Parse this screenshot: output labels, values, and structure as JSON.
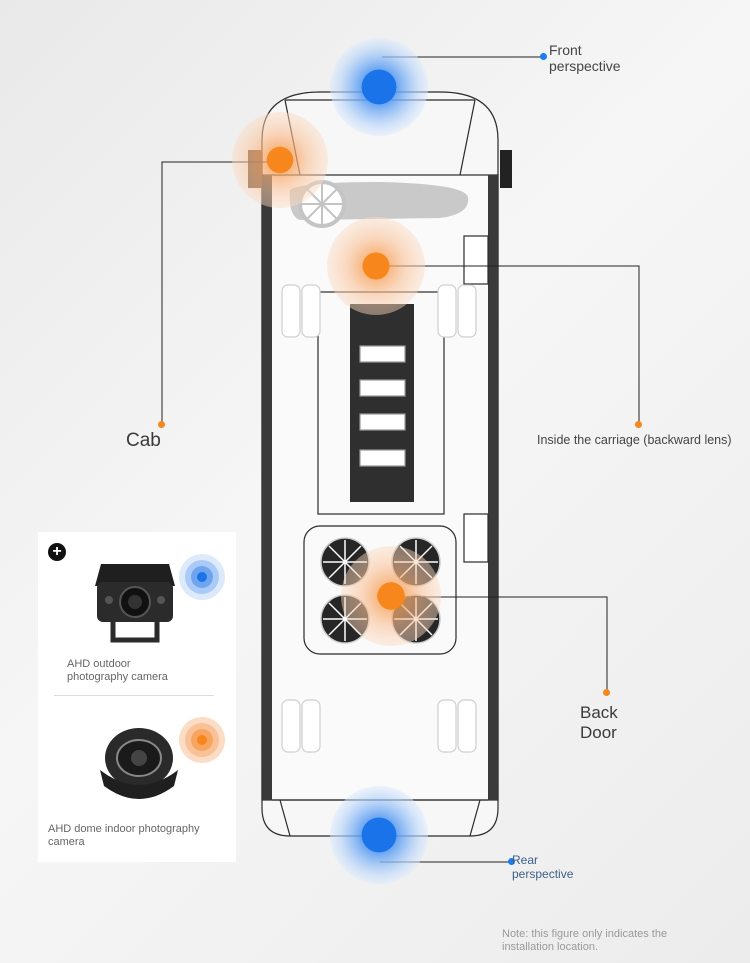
{
  "labels": {
    "front": "Front\nperspective",
    "cab": "Cab",
    "carriage": "Inside the carriage (backward lens)",
    "back_door": "Back Door",
    "rear": "Rear\nperspective",
    "note": "Note: this figure only indicates the installation location."
  },
  "legend": {
    "plus_symbol": "+",
    "outdoor_camera": "AHD outdoor photography camera",
    "dome_camera": "AHD dome indoor photography camera"
  },
  "colors": {
    "front_rear_markers": "#1e7bf0",
    "interior_markers": "#f7861c",
    "leader_lines": "#222222"
  }
}
